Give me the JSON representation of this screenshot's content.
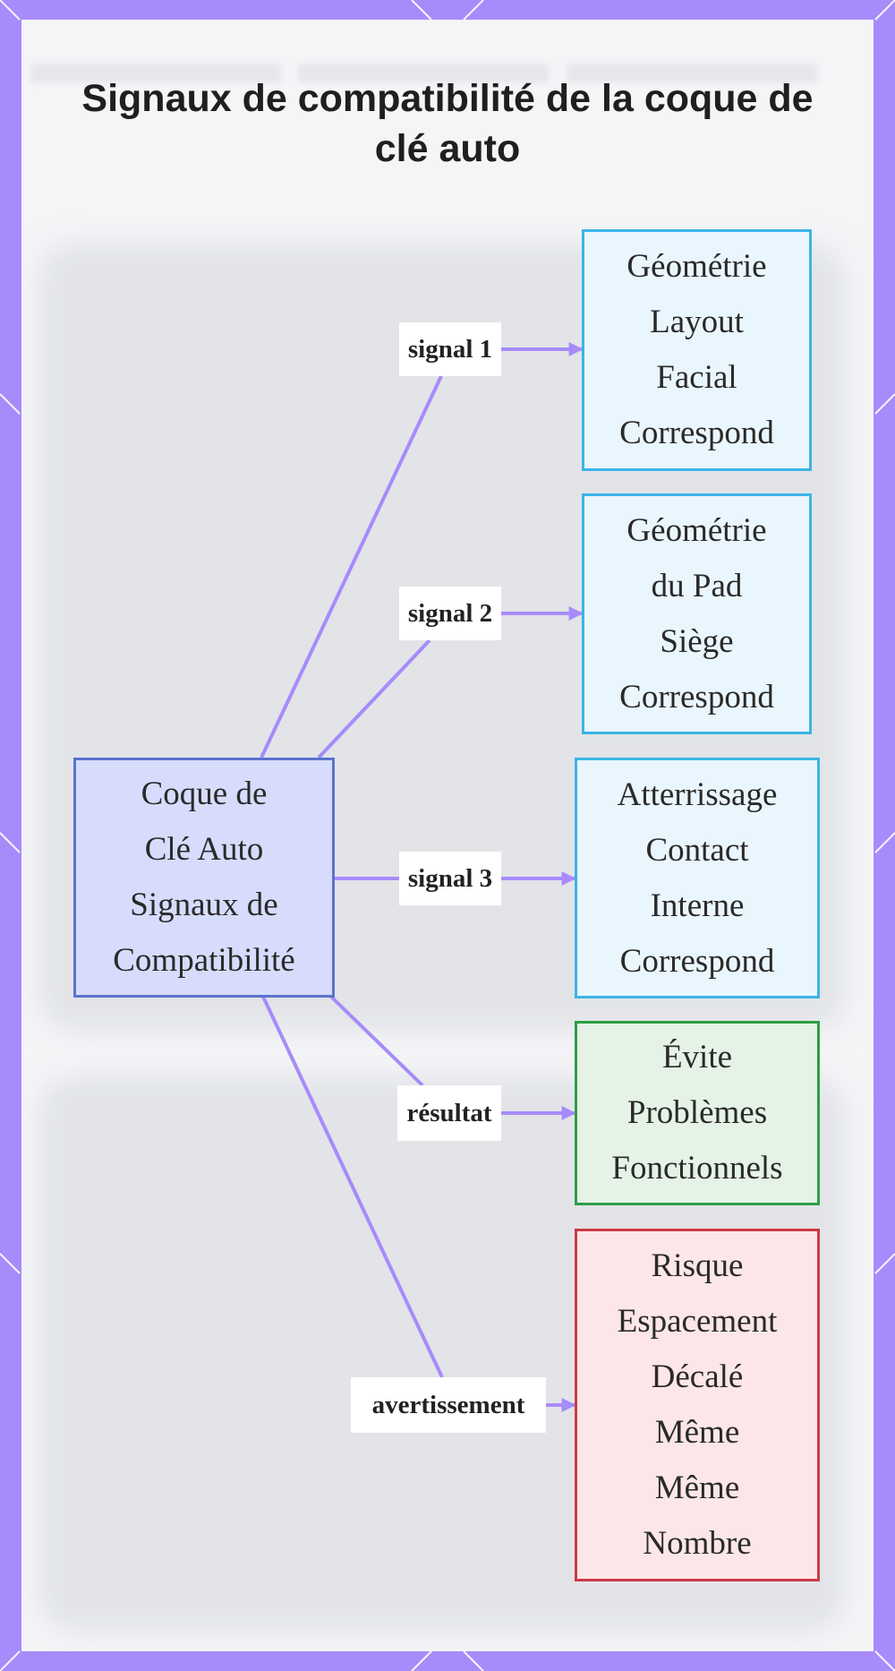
{
  "title": "Signaux de compatibilité de la coque de clé auto",
  "colors": {
    "frame": "#a78bfa",
    "edge": "#a78bfa",
    "center_fill": "#d7dcfd",
    "center_border": "#5a73cc",
    "signal_fill": "#eaf6fd",
    "signal_border": "#3cb4e6",
    "result_fill": "#e5f3e7",
    "result_border": "#2e9e46",
    "warning_fill": "#fde6e8",
    "warning_border": "#cc3a46"
  },
  "center_node": {
    "lines": [
      "Coque de",
      "Clé Auto",
      "Signaux de",
      "Compatibilité"
    ]
  },
  "branches": [
    {
      "label": "signal 1",
      "lines": [
        "Géométrie",
        "Layout",
        "Facial",
        "Correspond"
      ]
    },
    {
      "label": "signal 2",
      "lines": [
        "Géométrie",
        "du Pad",
        "Siège",
        "Correspond"
      ]
    },
    {
      "label": "signal 3",
      "lines": [
        "Atterrissage",
        "Contact",
        "Interne",
        "Correspond"
      ]
    },
    {
      "label": "résultat",
      "lines": [
        "Évite",
        "Problèmes",
        "Fonctionnels"
      ]
    },
    {
      "label": "avertissement",
      "lines": [
        "Risque",
        "Espacement",
        "Décalé",
        "Même",
        "Même",
        "Nombre"
      ]
    }
  ]
}
